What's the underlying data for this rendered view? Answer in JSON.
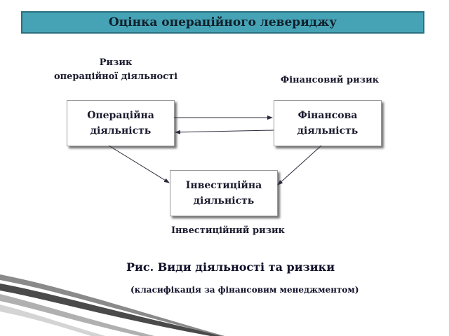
{
  "title": "Оцінка операційного левериджу",
  "risks": {
    "operating_line1": "Ризик",
    "operating_line2": "операційної діяльності",
    "financial": "Фінансовий ризик",
    "investment": "Інвестиційний ризик"
  },
  "boxes": {
    "operating": {
      "line1": "Операційна",
      "line2": "діяльність"
    },
    "financial": {
      "line1": "Фінансова",
      "line2": "діяльність"
    },
    "investment": {
      "line1": "Інвестиційна",
      "line2": "діяльність"
    }
  },
  "caption": "Рис.  Види діяльності та ризики",
  "subcaption": "(класифікація за фінансовим менеджментом)",
  "colors": {
    "title_fill": "#46a3b6",
    "title_border": "#2b6f80",
    "text": "#1a1a2e"
  }
}
